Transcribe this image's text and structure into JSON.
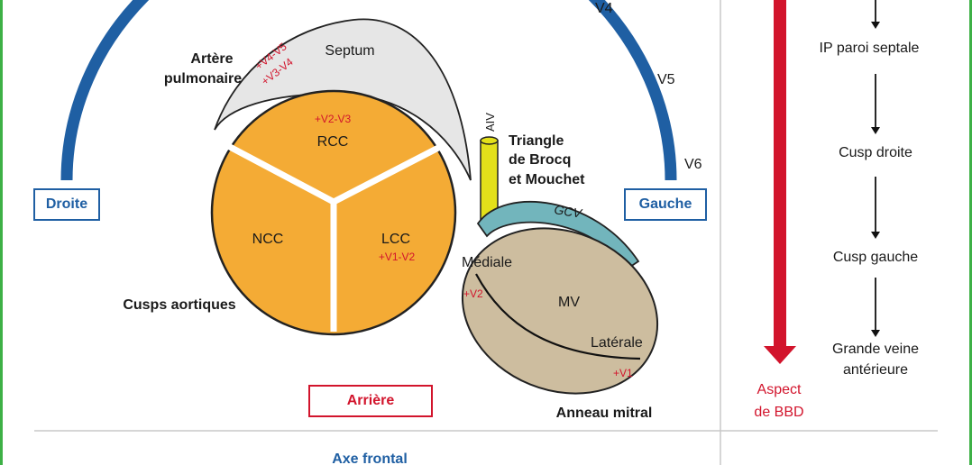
{
  "colors": {
    "frame_green": "#3db046",
    "arc_blue": "#1f5fa3",
    "cusp_orange": "#f4ab35",
    "septum_gray": "#e6e6e6",
    "aiv_yellow": "#e3e01a",
    "gcv_teal": "#72b5bc",
    "mitral_tan": "#cdbd9f",
    "arrow_red": "#d2142c",
    "label_red": "#d2142c",
    "text_black": "#1a1a1a",
    "divider_gray": "#c8c8c8"
  },
  "diagram": {
    "leads": {
      "v4": "V4",
      "v5": "V5",
      "v6": "V6"
    },
    "labels": {
      "arteria_line1": "Artère",
      "arteria_line2": "pulmonaire",
      "septum": "Septum",
      "septum_red_1": "+V4-V5",
      "septum_red_2": "+V3-V4",
      "rcc": "RCC",
      "rcc_red": "+V2-V3",
      "ncc": "NCC",
      "lcc": "LCC",
      "lcc_red": "+V1-V2",
      "cusps": "Cusps aortiques",
      "aiv": "AIV",
      "triangle_1": "Triangle",
      "triangle_2": "de Brocq",
      "triangle_3": "et Mouchet",
      "gcv": "GCV",
      "mediale": "Médiale",
      "mediale_red": "+V2",
      "mv": "MV",
      "laterale": "Latérale",
      "laterale_red": "+V1",
      "anneau": "Anneau mitral"
    },
    "boxes": {
      "droite": "Droite",
      "gauche": "Gauche",
      "arriere": "Arrière"
    },
    "footer": {
      "axe_frontal": "Axe frontal"
    }
  },
  "flow": {
    "steps": [
      "IP paroi septale",
      "Cusp droite",
      "Cusp gauche",
      "Grande veine",
      "antérieure"
    ],
    "aspect_1": "Aspect",
    "aspect_2": "de BBD"
  }
}
